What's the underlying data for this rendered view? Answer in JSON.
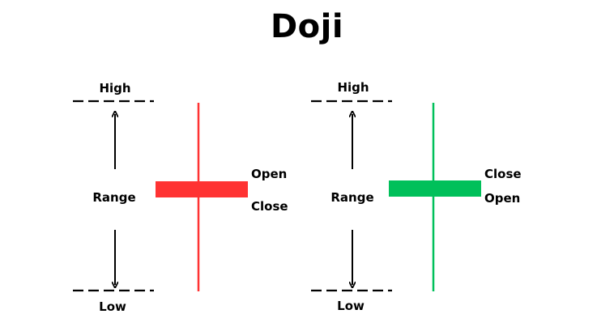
{
  "title": "Doji",
  "colors": {
    "bearish": "#ff3333",
    "bullish": "#00c05a",
    "ink": "#000000"
  },
  "left_panel": {
    "high": "High",
    "range": "Range",
    "low": "Low",
    "top_label": "Open",
    "bottom_label": "Close"
  },
  "right_panel": {
    "high": "High",
    "range": "Range",
    "low": "Low",
    "top_label": "Close",
    "bottom_label": "Open"
  }
}
